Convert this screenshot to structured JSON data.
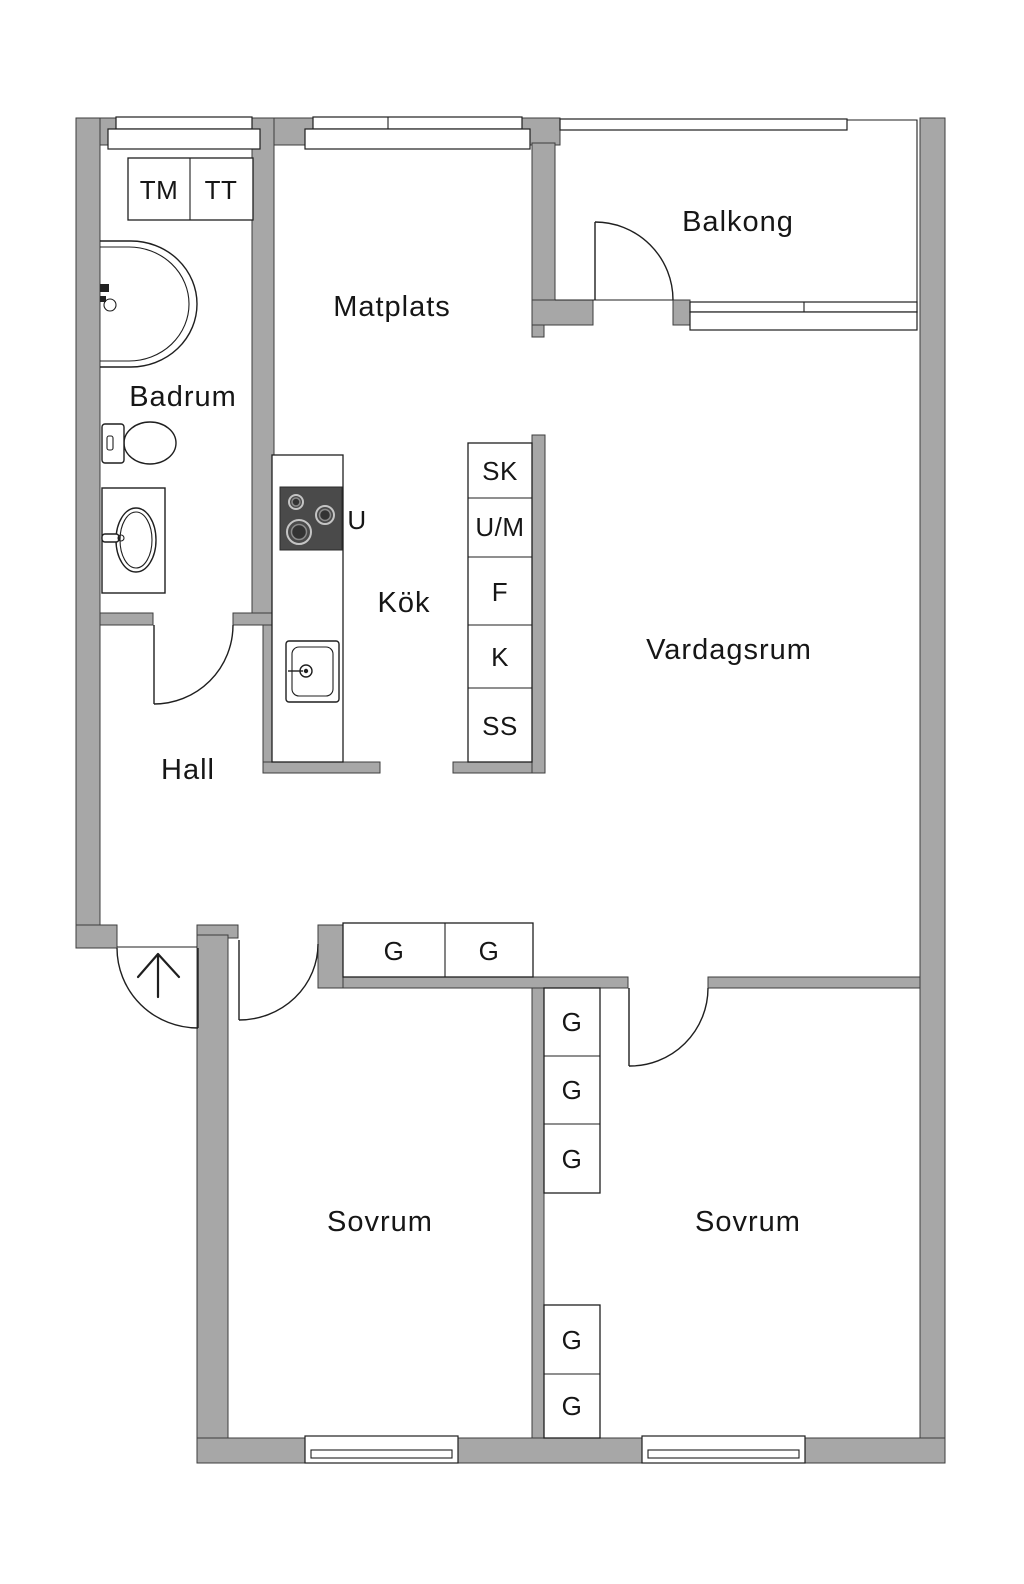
{
  "rooms": {
    "badrum": "Badrum",
    "matplats": "Matplats",
    "balkong": "Balkong",
    "kok": "Kök",
    "vardagsrum": "Vardagsrum",
    "hall": "Hall",
    "sovrum_left": "Sovrum",
    "sovrum_right": "Sovrum"
  },
  "fixtures": {
    "washing_machine": "TM",
    "tumble_dryer": "TT",
    "oven": "U",
    "kitchen_units": [
      "SK",
      "U/M",
      "F",
      "K",
      "SS"
    ],
    "hall_wardrobes": [
      "G",
      "G"
    ],
    "bedroom_wardrobes_upper": [
      "G",
      "G",
      "G"
    ],
    "bedroom_wardrobes_lower": [
      "G",
      "G"
    ]
  },
  "colors": {
    "background": "#ffffff",
    "wall_fill": "#a7a7a7",
    "wall_outline": "#3d3d3d",
    "line": "#1f1f1f",
    "text": "#161616",
    "stove_fill": "#4a4a4a"
  }
}
